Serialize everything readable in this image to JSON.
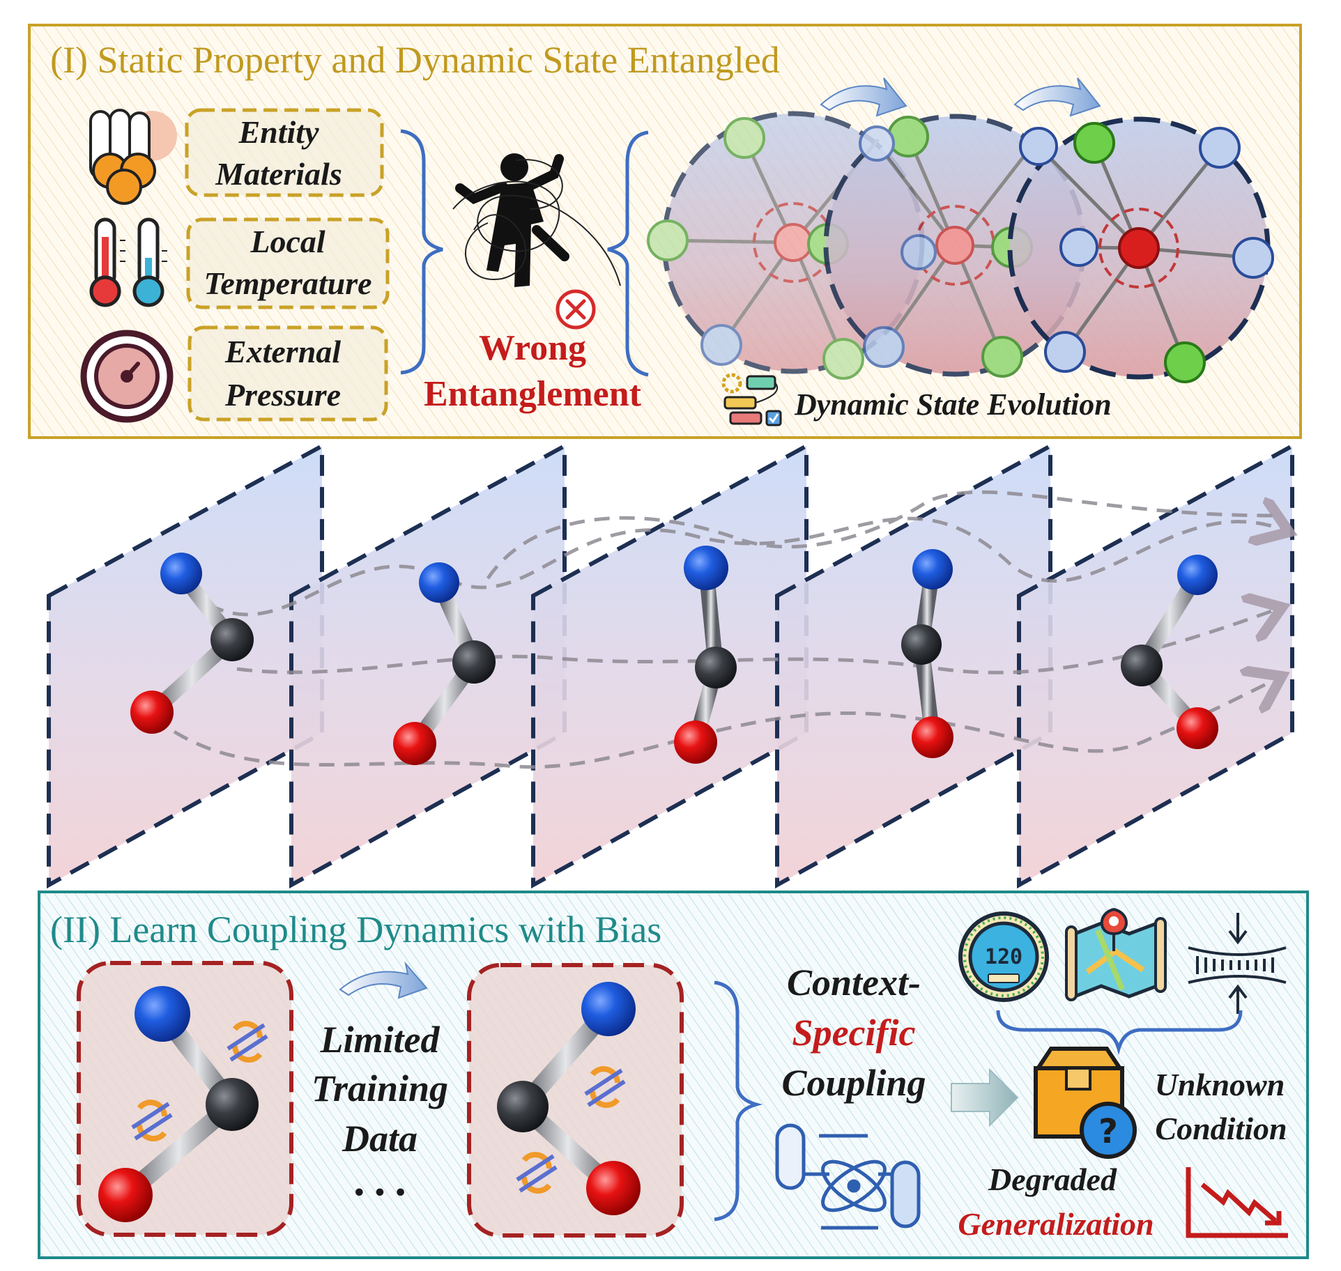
{
  "panel1": {
    "title": "(I) Static Property and Dynamic State Entangled",
    "factors": [
      {
        "line1": "Entity",
        "line2": "Materials",
        "icon": "cylinders-icon"
      },
      {
        "line1": "Local",
        "line2": "Temperature",
        "icon": "thermometer-icon"
      },
      {
        "line1": "External",
        "line2": "Pressure",
        "icon": "pressure-gauge-icon"
      }
    ],
    "wrong_line1": "Wrong",
    "wrong_line2": "Entanglement",
    "evolution_label": "Dynamic State Evolution"
  },
  "panel2": {
    "title": "(II) Learn Coupling Dynamics with Bias",
    "limited_line1": "Limited",
    "limited_line2": "Training",
    "limited_line3": "Data",
    "ellipsis": "• • •",
    "context_line1": "Context-",
    "context_line2": "Specific",
    "context_line3": "Coupling",
    "speedometer_value": "120",
    "unknown_line1": "Unknown",
    "unknown_line2": "Condition",
    "degraded_line1": "Degraded",
    "degraded_line2": "Generalization"
  },
  "colors": {
    "gold": "#c9a227",
    "gold_text": "#c09a1f",
    "teal": "#1f8a8a",
    "red": "#c41c1c",
    "navy": "#1d2f52",
    "blue_atom": "#1f5de0",
    "red_atom": "#e81212",
    "carbon": "#3a3d42"
  }
}
